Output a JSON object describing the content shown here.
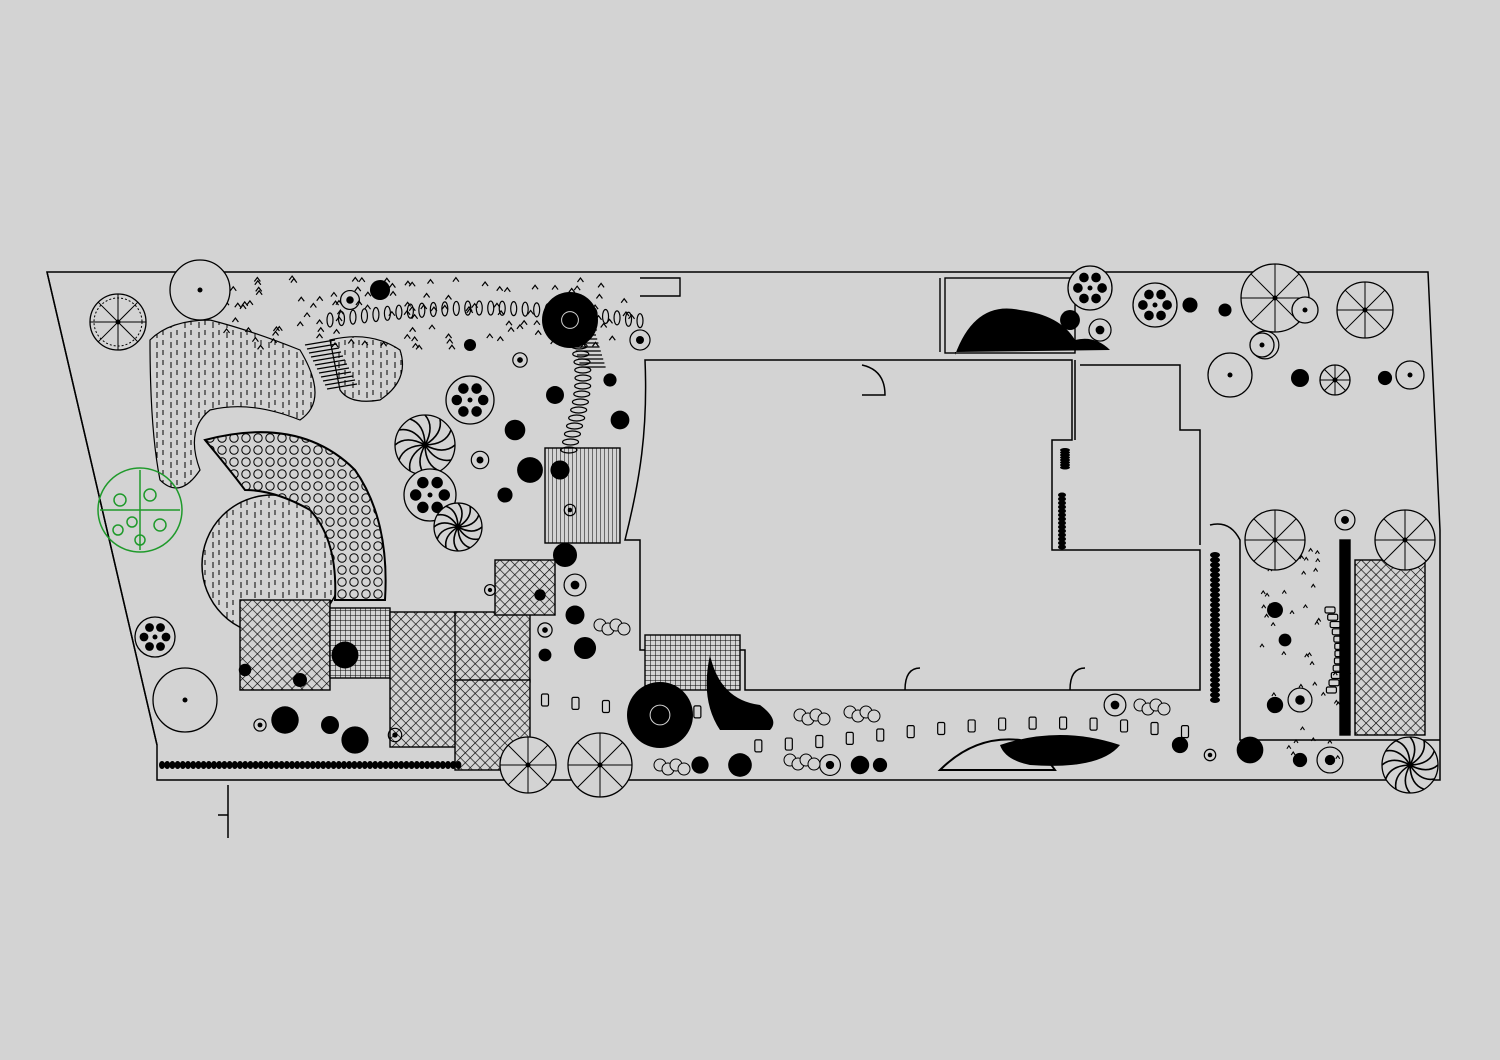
{
  "drawing": {
    "kind": "landscape site plan (CAD)",
    "background_color": "#d3d3d3",
    "line_color": "#000000",
    "highlight_color": "#1f9a2b",
    "text_labels": [],
    "elements": [
      "property-boundary",
      "house-footprint",
      "garage-block",
      "lawn-circle",
      "paved-courtyard",
      "hatched-decks",
      "wood-deck",
      "stepping-stone-paths",
      "trees",
      "shrubs",
      "hedge-row",
      "pond-water",
      "highlighted-tree"
    ]
  }
}
